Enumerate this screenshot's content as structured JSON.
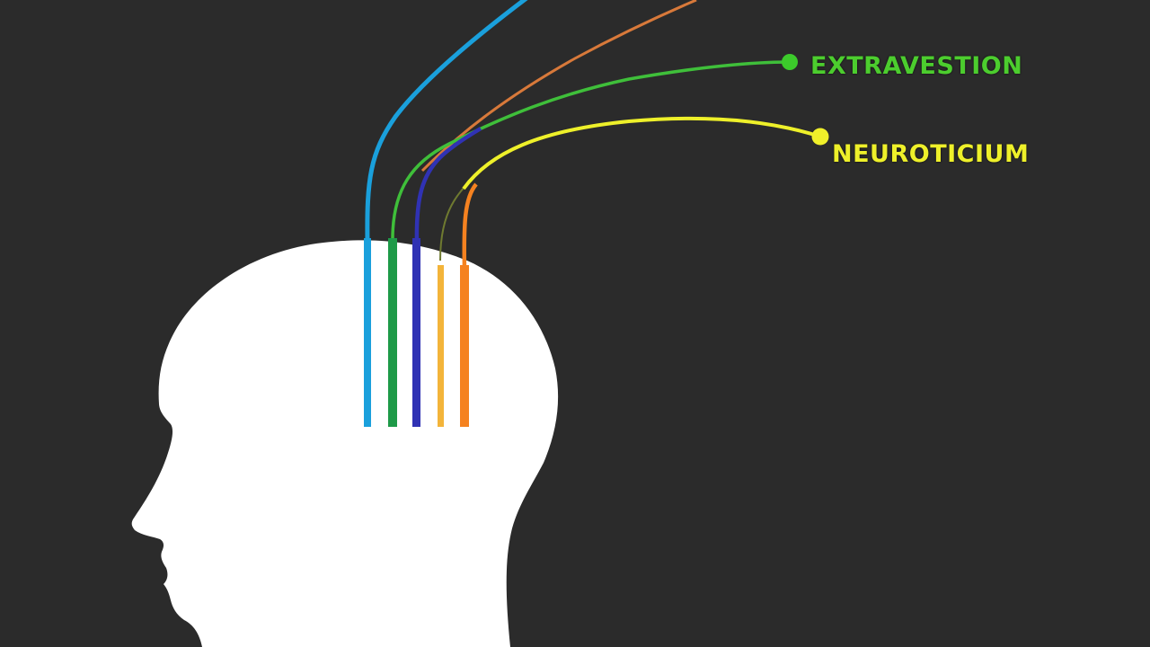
{
  "scene": {
    "background_color": "#2b2b2b",
    "head_color": "#ffffff",
    "description": "White head silhouette in profile facing left with colored lines emerging from the top of the head"
  },
  "labels": [
    {
      "id": "extraversion",
      "text": "EXTRAVESTION",
      "color": "#4ccd2e"
    },
    {
      "id": "neuroticism",
      "text": "NEUROTICIUM",
      "color": "#eef02a"
    }
  ],
  "lines": [
    {
      "name": "blue",
      "color": "#1aa0dc"
    },
    {
      "name": "green",
      "color": "#1e9a48"
    },
    {
      "name": "indigo",
      "color": "#3032b4"
    },
    {
      "name": "yellow",
      "color": "#f3b43a"
    },
    {
      "name": "orange",
      "color": "#f58220"
    }
  ],
  "curves": [
    {
      "name": "blue-curve",
      "color": "#1aa0dc"
    },
    {
      "name": "orange-curve",
      "color": "#e0782a"
    },
    {
      "name": "green-curve",
      "color": "#3fbf3a"
    },
    {
      "name": "yellow-curve",
      "color": "#eef02a"
    }
  ],
  "endpoints": [
    {
      "name": "extraversion-dot",
      "color": "#3ccb2b"
    },
    {
      "name": "neuroticism-dot",
      "color": "#f0f02a"
    }
  ]
}
